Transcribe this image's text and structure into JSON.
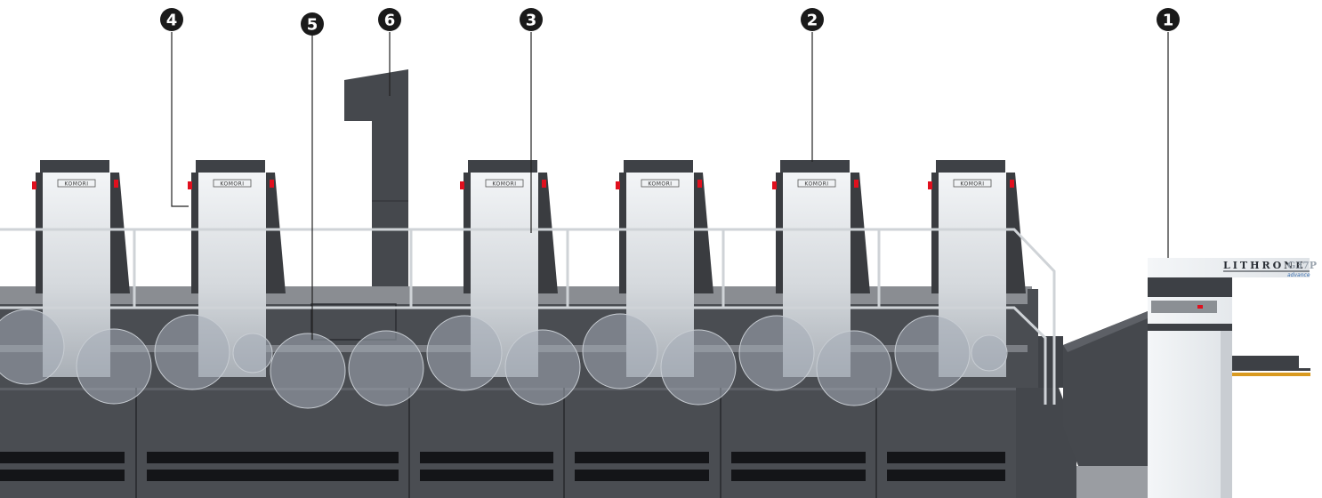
{
  "brand": "KOMORI",
  "model": {
    "name": "LITHRONE",
    "suffix": "G37P",
    "subtitle": "advance"
  },
  "callouts": [
    {
      "id": "callout-1",
      "number": "1",
      "part": "feeder"
    },
    {
      "id": "callout-2",
      "number": "2",
      "part": "printing-unit"
    },
    {
      "id": "callout-3",
      "number": "3",
      "part": "printing-unit"
    },
    {
      "id": "callout-4",
      "number": "4",
      "part": "printing-unit-side"
    },
    {
      "id": "callout-5",
      "number": "5",
      "part": "perfecting-unit"
    },
    {
      "id": "callout-6",
      "number": "6",
      "part": "tower"
    }
  ],
  "units": [
    {
      "name": "unit-1",
      "label": "KOMORI"
    },
    {
      "name": "unit-2",
      "label": "KOMORI"
    },
    {
      "name": "unit-3",
      "label": "KOMORI"
    },
    {
      "name": "unit-4",
      "label": "KOMORI"
    },
    {
      "name": "unit-5",
      "label": "KOMORI"
    },
    {
      "name": "unit-6",
      "label": "KOMORI"
    }
  ],
  "colors": {
    "dark_body": "#4a4d52",
    "darker": "#3a3c40",
    "panel_light": "#e8ebee",
    "panel_mid": "#b6bcc2",
    "cylinder": "#9aa2ad",
    "rail": "#d4d7da",
    "accent_red": "#e0101e",
    "accent_orange": "#d99a20",
    "callout_bg": "#1a1a1a"
  }
}
